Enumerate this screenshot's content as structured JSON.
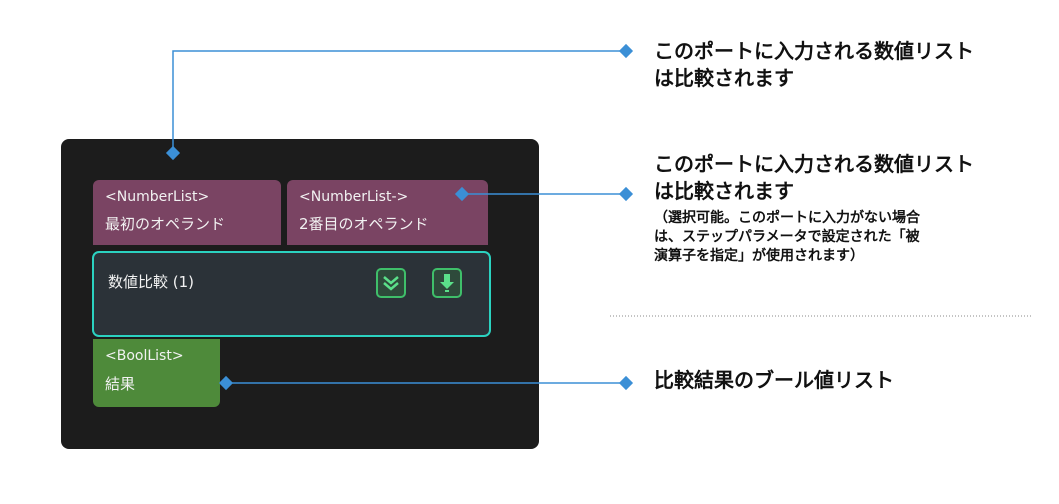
{
  "inputs": [
    {
      "type": "<NumberList>",
      "name": "最初のオペランド"
    },
    {
      "type": "<NumberList->",
      "name": "2番目のオペランド"
    }
  ],
  "node": {
    "title": "数値比較 (1)"
  },
  "output": {
    "type": "<BoolList>",
    "name": "結果"
  },
  "annotations": {
    "first": [
      "このポートに入力される数値リスト",
      "は比較されます"
    ],
    "second": [
      "このポートに入力される数値リスト",
      "は比較されます"
    ],
    "second_note": [
      "（選択可能。このポートに入力がない場合",
      "は、ステップパラメータで設定された「被",
      "演算子を指定」が使用されます）"
    ],
    "output": "比較結果のブール値リスト"
  },
  "colors": {
    "input_port": "#7a4463",
    "output_port": "#4e8a3a",
    "node_border": "#2bd2c0",
    "connector": "#3b8fd6"
  },
  "icons": [
    "expand-down-icon",
    "download-icon"
  ]
}
